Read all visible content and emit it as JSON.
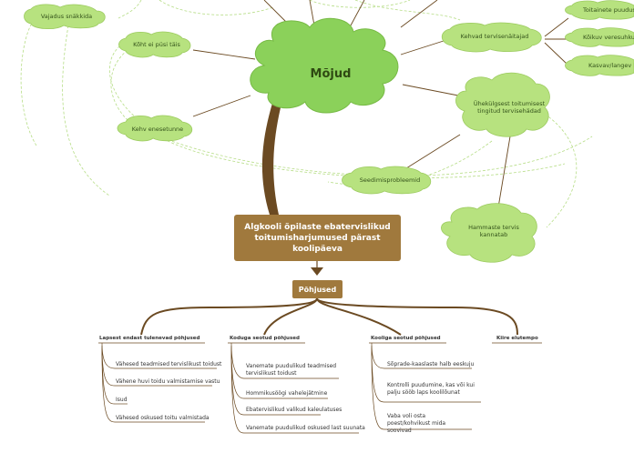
{
  "central_topic": "Algkooli õpilaste ebatervislikud toitumisharjumused pärast koolipäeva",
  "effects": {
    "title": "Mõjud",
    "items": {
      "vajadus": "Vajadus snäkkida",
      "kyht": "Kõht ei püsi täis",
      "kehv": "Kehv enesetunne",
      "kehvad": "Kehvad tervisenäitajad",
      "toitained": "Toitainete puudus",
      "kolkuv": "Kõikuv veresuhkur",
      "kasvav": "Kasvav/langev kaal",
      "uhekulgsest": "Ühekülgsest toitumisest tingitud tervisehädad",
      "seedimis": "Seedimisprobleemid",
      "hammaste": "Hammaste tervis kannatab"
    }
  },
  "causes": {
    "title": "Põhjused",
    "groups": [
      {
        "header": "Lapsest endast tulenevad põhjused",
        "items": [
          "Vähesed teadmised tervislikust toidust",
          "Vähene huvi toidu valmistamise vastu",
          "Isud",
          "Vähesed oskused toitu valmistada"
        ]
      },
      {
        "header": "Koduga seotud põhjused",
        "items": [
          "Vanemate puudulikud teadmised tervislikust toidust",
          "Hommikusöögi vahelejätmine",
          "Ebatervislikud valikud kaleulatuses",
          "Vanemate puudulikud oskused last suunata"
        ]
      },
      {
        "header": "Kooliga seotud põhjused",
        "items": [
          "Sõprade-kaaslaste halb eeskuju",
          "Kontrolli puudumine, kas või kui palju sööb laps koolilõunat",
          "Vaba voli osta poest/kohvikust mida soovivad"
        ]
      },
      {
        "header": "Kiire elutempo",
        "items": []
      }
    ]
  },
  "colors": {
    "brown": "#a0793d",
    "trunk": "#6b4a22",
    "cloud_fill": "#b7e27f",
    "cloud_stroke": "#9ccb5f",
    "dashed": "#b6dd86"
  }
}
